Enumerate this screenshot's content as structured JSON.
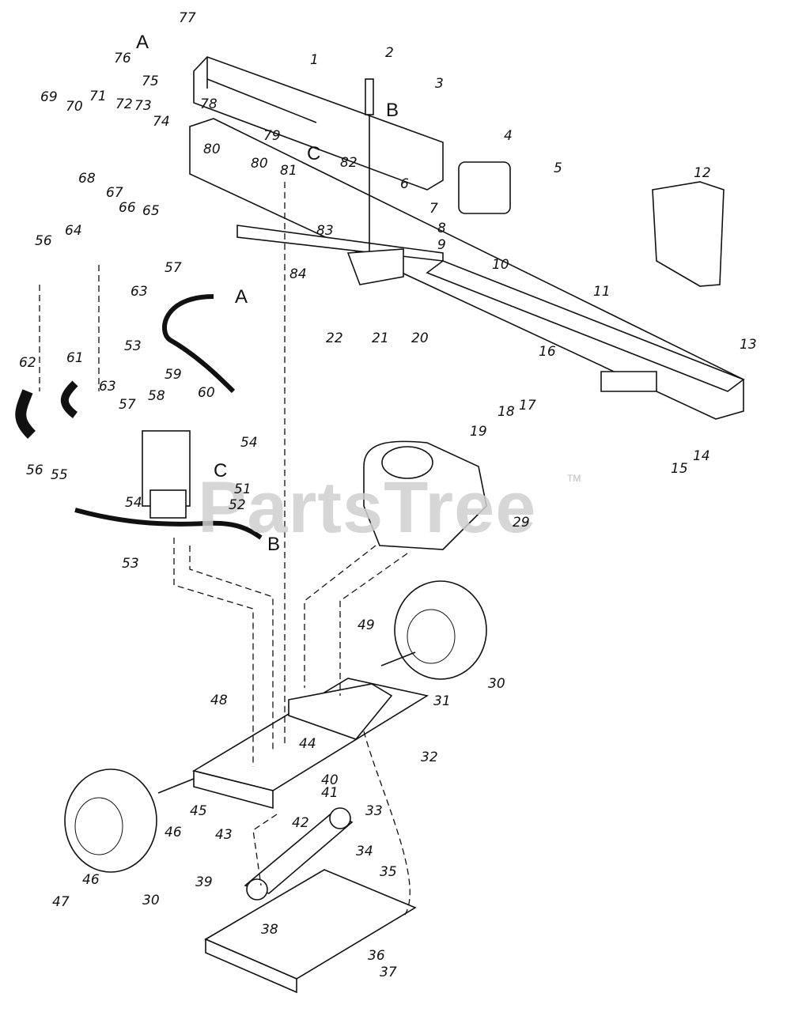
{
  "watermark": {
    "text": "PartsTree",
    "trademark": "TM"
  },
  "letters": [
    "A",
    "B",
    "C",
    "A",
    "B",
    "C"
  ],
  "callouts": [
    "1",
    "2",
    "3",
    "4",
    "5",
    "6",
    "7",
    "8",
    "9",
    "10",
    "11",
    "12",
    "13",
    "14",
    "15",
    "16",
    "17",
    "18",
    "19",
    "20",
    "21",
    "22",
    "29",
    "30",
    "31",
    "32",
    "33",
    "34",
    "35",
    "36",
    "37",
    "38",
    "39",
    "40",
    "41",
    "42",
    "43",
    "44",
    "45",
    "46",
    "47",
    "48",
    "49",
    "51",
    "52",
    "53",
    "54",
    "55",
    "56",
    "57",
    "58",
    "59",
    "60",
    "61",
    "62",
    "63",
    "64",
    "65",
    "66",
    "67",
    "68",
    "69",
    "70",
    "71",
    "72",
    "73",
    "74",
    "75",
    "76",
    "77",
    "78",
    "79",
    "80",
    "81",
    "82",
    "83",
    "84"
  ]
}
